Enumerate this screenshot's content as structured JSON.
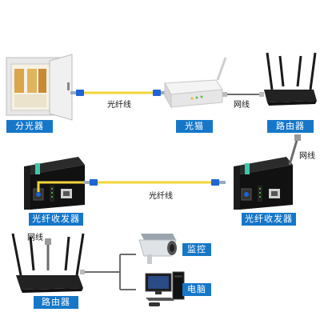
{
  "labels": {
    "splitter": "分光器",
    "modem": "光猫",
    "router_top": "路由器",
    "transceiver_left": "光纤收发器",
    "transceiver_right": "光纤收发器",
    "router_bottom": "路由器",
    "camera": "监控",
    "computer": "电脑"
  },
  "captions": {
    "fiber_top": "光纤线",
    "net_top": "网线",
    "fiber_mid": "光纤线",
    "net_right": "网线",
    "net_bottom": "网线"
  },
  "colors": {
    "label_bg": "#1677c8",
    "fiber_yellow": "#f2d43a",
    "connector_blue": "#1f64d6",
    "cable_gray": "#6d6d6d"
  }
}
